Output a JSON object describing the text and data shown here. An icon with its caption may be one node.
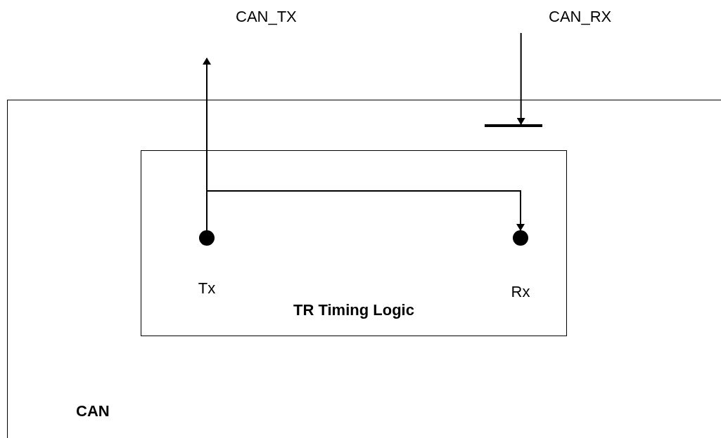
{
  "diagram": {
    "nodes": [
      {
        "text": [
          "CAN"
        ]
      },
      {
        "text": [
          "TR Timing Logic"
        ],
        "in": 0
      },
      {
        "text": [
          "Tx"
        ],
        "in": 1
      },
      {
        "text": [
          "Rx"
        ],
        "in": 1
      },
      {
        "text": [
          "CAN_TX"
        ]
      },
      {
        "text": [
          "CAN_RX"
        ]
      },
      {
        "text": [],
        "shape": "bar",
        "in": 0
      }
    ],
    "edges": [
      {
        "from": 2,
        "to": 4,
        "arrow": "to"
      },
      {
        "from": 2,
        "to": 3,
        "arrow": "to"
      },
      {
        "from": 5,
        "to": 6,
        "arrow": "to"
      }
    ]
  }
}
